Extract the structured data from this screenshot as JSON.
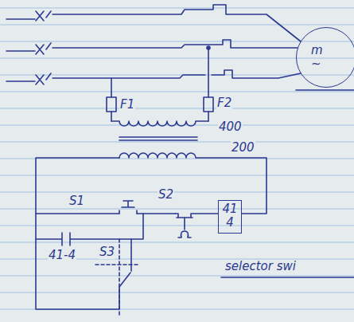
{
  "diagram": {
    "nodes": [
      {
        "text": [
          "m",
          "~"
        ]
      },
      {
        "text": [
          "41",
          "4"
        ]
      }
    ],
    "labels": [
      "F1",
      "F2",
      "400",
      "200",
      "S1",
      "S2",
      "S3",
      "41-4",
      "selector swi"
    ]
  }
}
